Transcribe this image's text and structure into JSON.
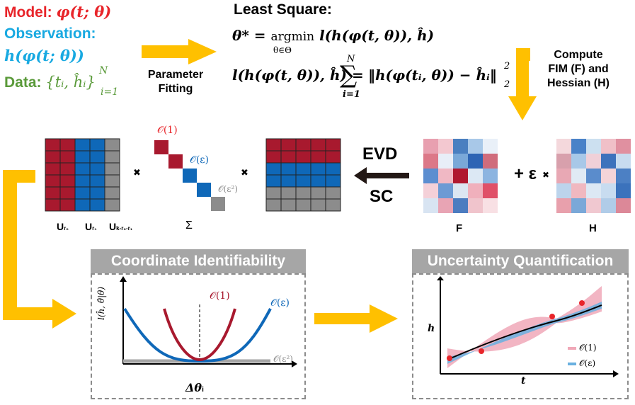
{
  "inputs": {
    "model_prefix": "Model: ",
    "model_math": "φ(t; θ)",
    "observation_prefix": "Observation:",
    "observation_math": "h(φ(t; θ))",
    "data_prefix": "Data: ",
    "data_math": "{tᵢ, ĥᵢ}",
    "data_sup": "N",
    "data_sub": "i=1"
  },
  "fitting": {
    "label_line1": "Parameter",
    "label_line2": "Fitting"
  },
  "least_square": {
    "title": "Least Square:",
    "eq1_lhs": "θ* = ",
    "eq1_op": "argmin",
    "eq1_under": "θ∈Θ",
    "eq1_rhs": "l(h(φ(t, θ)), ĥ)",
    "eq2_lhs": "l(h(φ(t, θ)), ĥ) = ",
    "eq2_sum_top": "N",
    "eq2_sum_bottom": "i=1",
    "eq2_rhs": "‖h(φ(tᵢ, θ)) − ĥᵢ‖",
    "eq2_sup": "2",
    "eq2_sub": "2"
  },
  "compute": {
    "line1": "Compute",
    "line2": "FIM (F) and",
    "line3": "Hessian (H)"
  },
  "decomposition": {
    "evd": "EVD",
    "sc": "SC",
    "times": "✖",
    "plus_eps": "+ ε",
    "label_F": "F",
    "label_H": "H",
    "label_sigma": "Σ",
    "label_U1": "U",
    "label_U1_sub": "r₀",
    "label_U2": "U",
    "label_U2_sub": "r₁",
    "label_U3": "U",
    "label_U3_sub": "k-r₀-r₁",
    "order1": "𝒪(1)",
    "order_eps": "𝒪(ε)",
    "order_eps2": "𝒪(ε²)"
  },
  "panels": {
    "identifiability_title": "Coordinate Identifiability",
    "identifiability_ylabel": "l(ĥ, θ̂|θ)",
    "identifiability_xlabel": "Δθ",
    "identifiability_xlabel_sub": "i",
    "uq_title": "Uncertainty Quantification",
    "uq_ylabel": "h",
    "uq_xlabel": "t",
    "legend_o1": "𝒪(1)",
    "legend_oeps": "𝒪(ε)"
  },
  "colors": {
    "red": "#a8192e",
    "blue": "#0f68b8",
    "gray": "#8c8c8c",
    "arrow": "#ffc000",
    "band_red": "#f0a8b8",
    "band_blue": "#6ab0e0"
  }
}
